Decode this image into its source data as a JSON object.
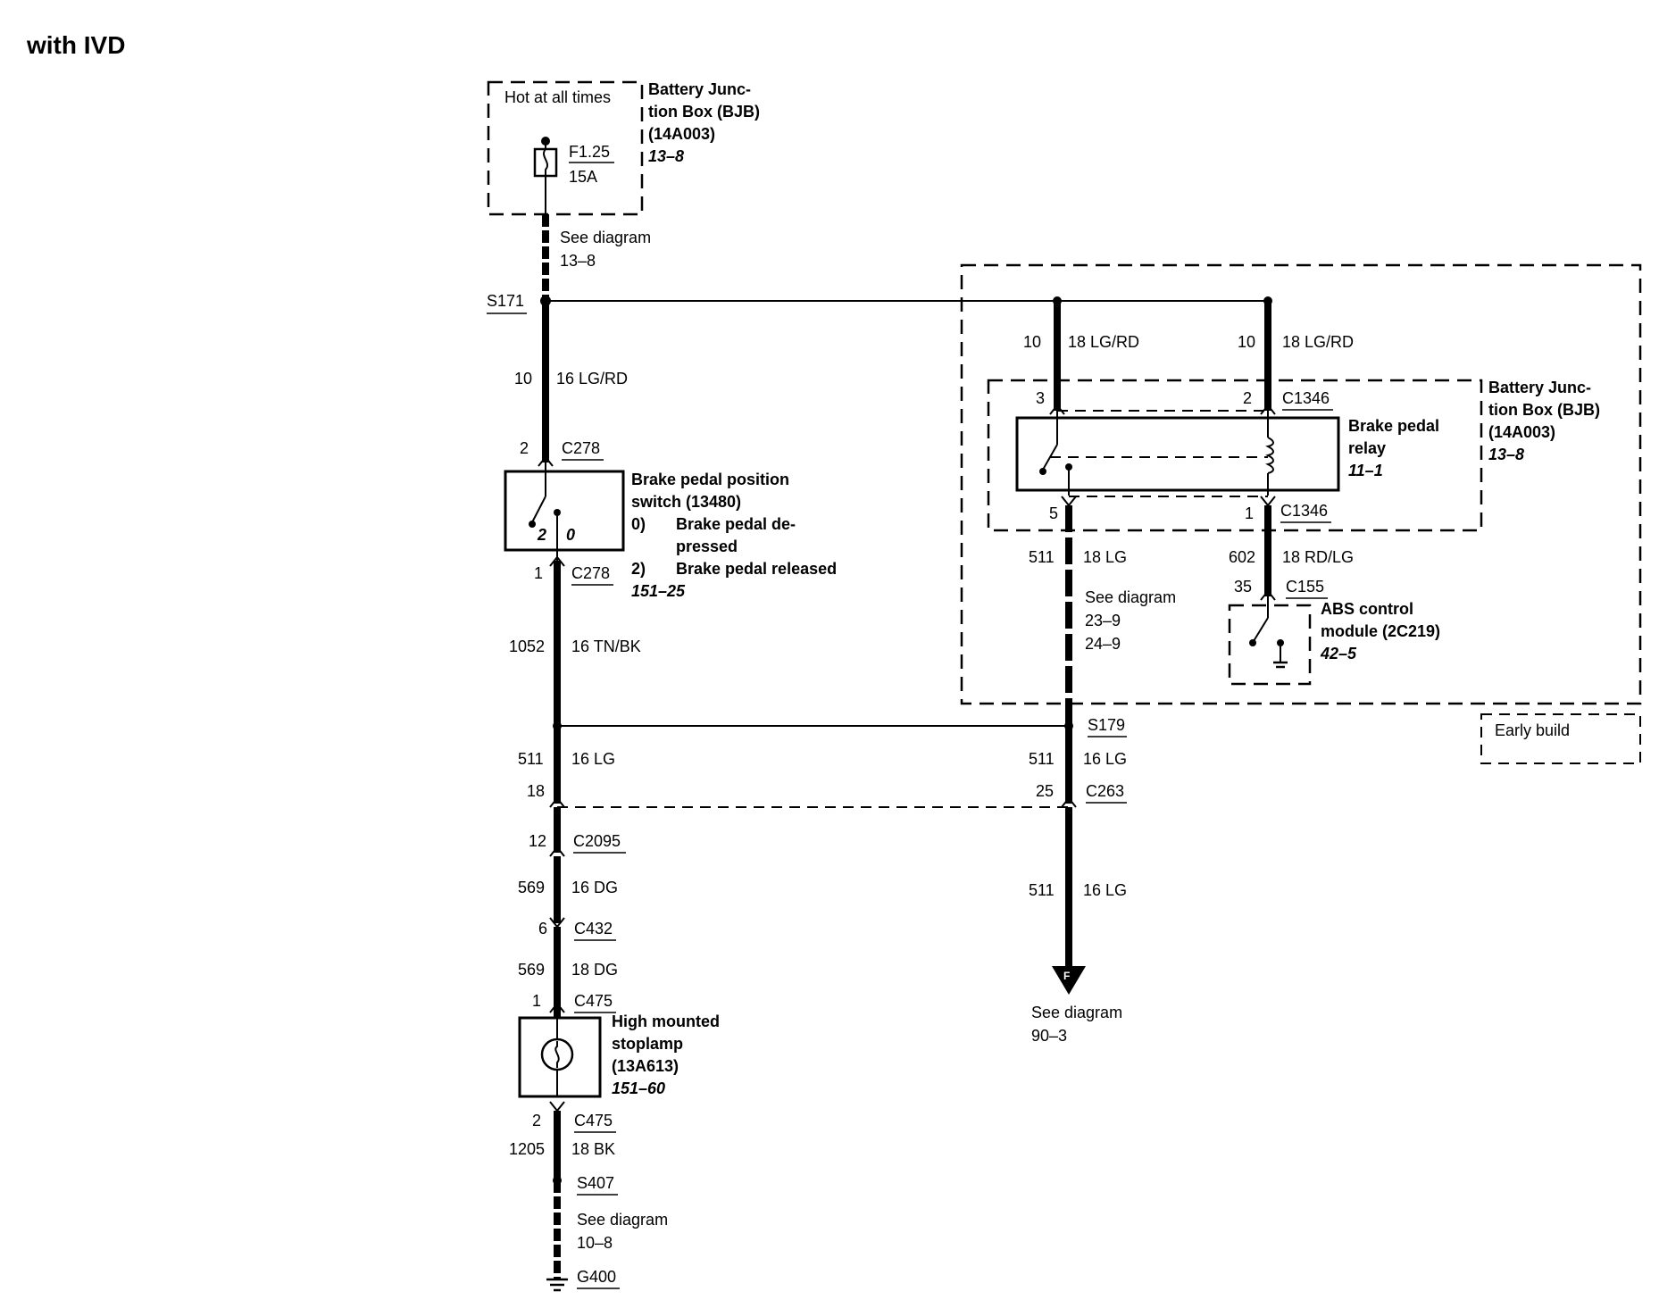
{
  "title": "with IVD",
  "bjb_top": {
    "hot_label": "Hot at all times",
    "fuse_id": "F1.25",
    "fuse_rating": "15A",
    "name_line1": "Battery Junc-",
    "name_line2": "tion Box (BJB)",
    "part_no": "(14A003)",
    "ref": "13–8"
  },
  "see_diagram_1": {
    "label": "See diagram",
    "ref": "13–8"
  },
  "splice_s171": "S171",
  "wire_main_1": {
    "circuit": "10",
    "gauge_color": "16 LG/RD"
  },
  "connector_c278": "C278",
  "c278_pin_top": "2",
  "c278_pin_bottom": "1",
  "brake_switch": {
    "name_line1": "Brake pedal position",
    "name_line2": "switch (13480)",
    "pos0_num": "0)",
    "pos0_text_1": "Brake pedal de-",
    "pos0_text_2": "pressed",
    "pos2_num": "2)",
    "pos2_text": "Brake pedal released",
    "ref": "151–25",
    "pin_2": "2",
    "pin_0": "0"
  },
  "wire_1052": {
    "circuit": "1052",
    "gauge_color": "16 TN/BK"
  },
  "wire_511_left": {
    "circuit": "511",
    "gauge_color": "16 LG"
  },
  "left_pin_18": "18",
  "c2095": {
    "pin": "12",
    "name": "C2095"
  },
  "wire_569_a": {
    "circuit": "569",
    "gauge_color": "16 DG"
  },
  "c432": {
    "pin": "6",
    "name": "C432"
  },
  "wire_569_b": {
    "circuit": "569",
    "gauge_color": "18 DG"
  },
  "c475_top": {
    "pin": "1",
    "name": "C475"
  },
  "stoplamp": {
    "name_line1": "High mounted",
    "name_line2": "stoplamp",
    "part_no": "(13A613)",
    "ref": "151–60"
  },
  "c475_bottom": {
    "pin": "2",
    "name": "C475"
  },
  "wire_1205": {
    "circuit": "1205",
    "gauge_color": "18 BK"
  },
  "splice_s407": "S407",
  "see_diagram_bottom": {
    "label": "See diagram",
    "ref": "10–8"
  },
  "ground_g400": "G400",
  "relay_wires": {
    "left_circuit": "10",
    "left_gauge_color": "18 LG/RD",
    "right_circuit": "10",
    "right_gauge_color": "18 LG/RD"
  },
  "c1346_top": {
    "pin_left": "3",
    "pin_right": "2",
    "name": "C1346"
  },
  "relay": {
    "name_line1": "Brake pedal",
    "name_line2": "relay",
    "ref": "11–1"
  },
  "bjb_right": {
    "name_line1": "Battery Junc-",
    "name_line2": "tion Box (BJB)",
    "part_no": "(14A003)",
    "ref": "13–8"
  },
  "c1346_bottom": {
    "pin_left": "5",
    "pin_right": "1",
    "name": "C1346"
  },
  "wire_511_relay": {
    "circuit": "511",
    "gauge_color": "18 LG"
  },
  "wire_602": {
    "circuit": "602",
    "gauge_color": "18 RD/LG"
  },
  "c155": {
    "pin": "35",
    "name": "C155"
  },
  "see_diagram_mid": {
    "label": "See diagram",
    "ref1": "23–9",
    "ref2": "24–9"
  },
  "abs_module": {
    "name_line1": "ABS control",
    "name_line2": "module (2C219)",
    "ref": "42–5"
  },
  "splice_s179": "S179",
  "early_build": "Early build",
  "wire_511_mid": {
    "circuit": "511",
    "gauge_color": "16 LG"
  },
  "c263": {
    "pin": "25",
    "name": "C263"
  },
  "wire_511_down": {
    "circuit": "511",
    "gauge_color": "16 LG"
  },
  "arrow_letter": "F",
  "see_diagram_arrow": {
    "label": "See diagram",
    "ref": "90–3"
  }
}
